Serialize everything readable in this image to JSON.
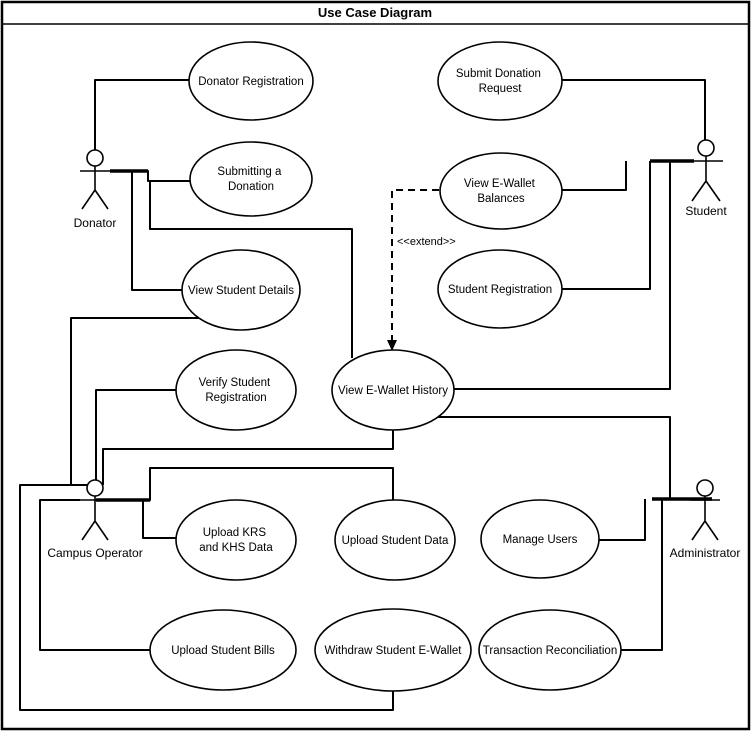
{
  "title": "Use Case Diagram",
  "stereotypes": {
    "extend": "<<extend>>"
  },
  "actors": {
    "donator": "Donator",
    "student": "Student",
    "campus_operator": "Campus Operator",
    "administrator": "Administrator"
  },
  "use_cases": {
    "donator_registration": {
      "line1": "Donator Registration"
    },
    "submit_donation_request": {
      "line1": "Submit Donation",
      "line2": "Request"
    },
    "submitting_a_donation": {
      "line1": "Submitting a",
      "line2": "Donation"
    },
    "view_ewallet_balances": {
      "line1": "View E-Wallet",
      "line2": "Balances"
    },
    "view_student_details": {
      "line1": "View Student Details"
    },
    "student_registration": {
      "line1": "Student Registration"
    },
    "verify_student_registration": {
      "line1": "Verify Student",
      "line2": "Registration"
    },
    "view_ewallet_history": {
      "line1": "View E-Wallet History"
    },
    "upload_krs_khs": {
      "line1": "Upload KRS",
      "line2": "and KHS Data"
    },
    "upload_student_data": {
      "line1": "Upload Student Data"
    },
    "manage_users": {
      "line1": "Manage Users"
    },
    "upload_student_bills": {
      "line1": "Upload Student Bills"
    },
    "withdraw_student_ewallet": {
      "line1": "Withdraw Student E-Wallet"
    },
    "transaction_reconciliation": {
      "line1": "Transaction Reconciliation"
    }
  },
  "associations": [
    {
      "actor": "Donator",
      "use_case": "Donator Registration"
    },
    {
      "actor": "Donator",
      "use_case": "Submitting a Donation"
    },
    {
      "actor": "Donator",
      "use_case": "View Student Details"
    },
    {
      "actor": "Donator",
      "use_case": "View E-Wallet History"
    },
    {
      "actor": "Student",
      "use_case": "Submit Donation Request"
    },
    {
      "actor": "Student",
      "use_case": "View E-Wallet Balances"
    },
    {
      "actor": "Student",
      "use_case": "Student Registration"
    },
    {
      "actor": "Student",
      "use_case": "View E-Wallet History"
    },
    {
      "actor": "Campus Operator",
      "use_case": "Verify Student Registration"
    },
    {
      "actor": "Campus Operator",
      "use_case": "View Student Details"
    },
    {
      "actor": "Campus Operator",
      "use_case": "View E-Wallet History"
    },
    {
      "actor": "Campus Operator",
      "use_case": "Upload KRS and KHS Data"
    },
    {
      "actor": "Campus Operator",
      "use_case": "Upload Student Data"
    },
    {
      "actor": "Campus Operator",
      "use_case": "Upload Student Bills"
    },
    {
      "actor": "Campus Operator",
      "use_case": "Withdraw Student E-Wallet"
    },
    {
      "actor": "Administrator",
      "use_case": "Manage Users"
    },
    {
      "actor": "Administrator",
      "use_case": "Transaction Reconciliation"
    },
    {
      "actor": "Administrator",
      "use_case": "View E-Wallet History"
    }
  ],
  "extends": [
    {
      "from": "View E-Wallet Balances",
      "to": "View E-Wallet History",
      "label": "<<extend>>"
    }
  ],
  "colors": {
    "stroke": "#000000",
    "background": "#ffffff"
  }
}
